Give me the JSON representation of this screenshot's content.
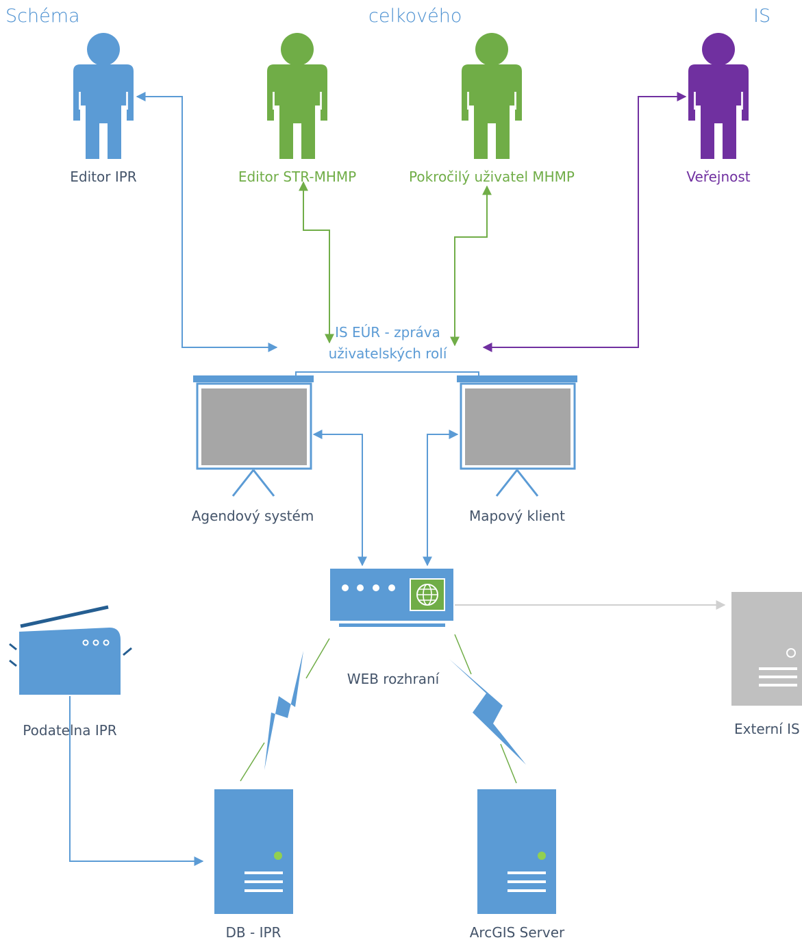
{
  "title": {
    "w1": "Schéma",
    "w2": "celkového",
    "w3": "IS"
  },
  "colors": {
    "blue": "#5b9bd5",
    "green": "#70ad47",
    "purple": "#7030a0",
    "gray": "#bfbfbf",
    "darkblue": "#255e91"
  },
  "actors": {
    "editor_ipr": "Editor IPR",
    "editor_str": "Editor STR-MHMP",
    "pokrocily": "Pokročilý uživatel MHMP",
    "verejnost": "Veřejnost"
  },
  "hub": {
    "line1": "IS EÚR - zpráva",
    "line2": "uživatelských rolí"
  },
  "screens": {
    "agenda": "Agendový systém",
    "mapovy": "Mapový klient"
  },
  "web": "WEB rozhraní",
  "podatelna": "Podatelna IPR",
  "externi": "Externí IS",
  "db": "DB - IPR",
  "arcgis": "ArcGIS Server"
}
